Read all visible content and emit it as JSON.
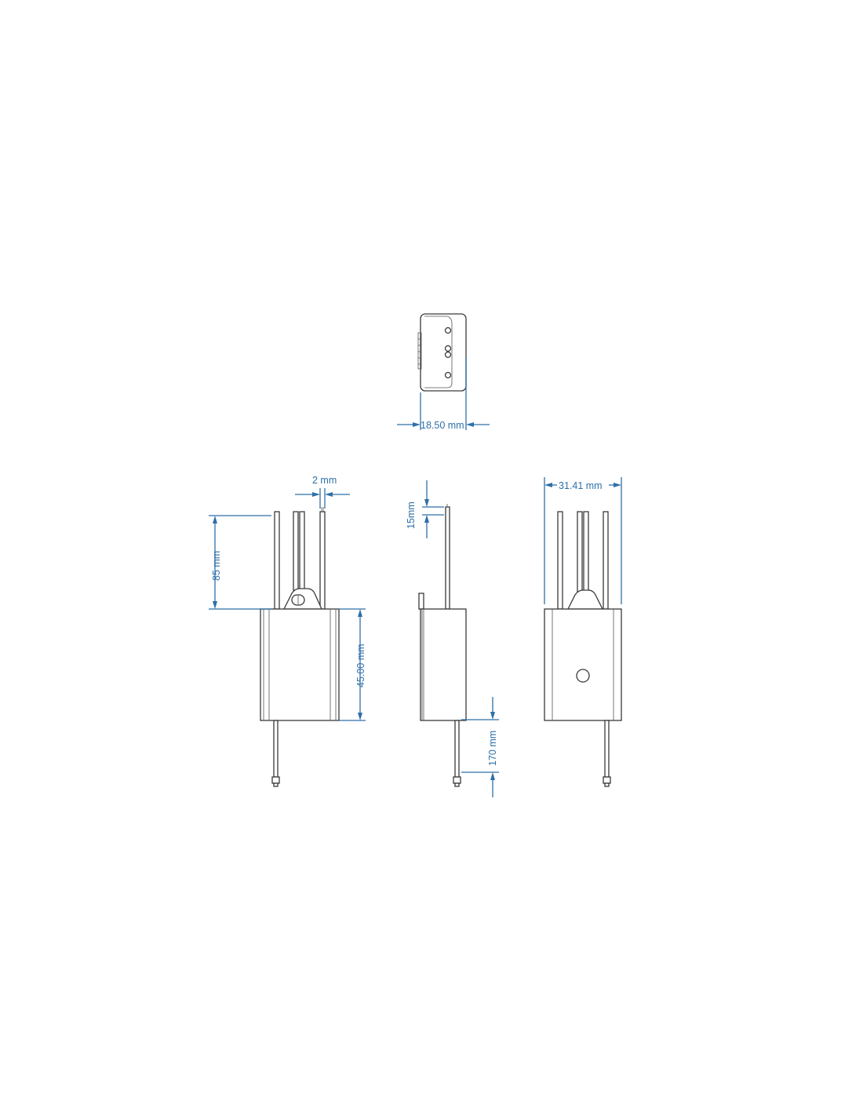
{
  "dimensions": {
    "top_width": "18.50 mm",
    "wire_gap": "2 mm",
    "side_tip": "15mm",
    "front_width": "31.41 mm",
    "lead_length": "85 mm",
    "body_height": "45.00 mm",
    "bottom_lead": "170 mm"
  },
  "colors": {
    "dimension": "#2f6fa8",
    "outline": "#3a3a3a"
  }
}
